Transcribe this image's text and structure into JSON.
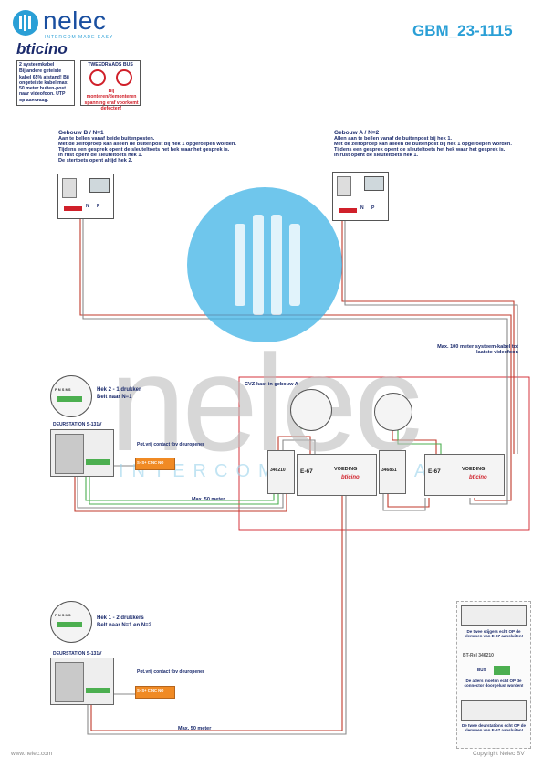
{
  "header": {
    "brand_name": "nelec",
    "brand_tagline": "INTERCOM MADE EASY",
    "partner_brand": "bticino",
    "doc_code": "GBM_23-1115"
  },
  "cable_notice": {
    "title": "2 systeemkabel",
    "text": "Bij andere geteiste kabel 65% afstand! Bij ongeteiste kabel max. 50 meter buiten-post naar videofoon. UTP op aanvraag."
  },
  "bus_warning": {
    "title": "TWEEDRAADS BUS",
    "text": "Bij monteren/demonteren spanning eraf voorkomt defecten!"
  },
  "building_b": {
    "title": "Gebouw B / N=1",
    "lines": [
      "Aan te bellen vanaf beide buitenposten.",
      "Met de zelfoproep kan alleen de buitenpost bij hek 1 opgeroepen worden.",
      "Tijdens een gesprek opent de sleuteltoets het hek waar het gesprek is.",
      "In rust opent de sleuteltoets hek 1.",
      "De stertoets opent altijd hek 2."
    ],
    "terminal_n": "N",
    "terminal_p": "P"
  },
  "building_a": {
    "title": "Gebouw A / N=2",
    "lines": [
      "Allen aan te bellen vanaf de buitenpost bij hek 1.",
      "Met de zelfoproep kan alleen de buitenpost bij hek 1 opgeroepen worden.",
      "Tijdens een gesprek opent de sleuteltoets het hek waar het gesprek is.",
      "In rust opent de sleuteltoets hek 1."
    ],
    "terminal_n": "N",
    "terminal_p": "P"
  },
  "max100_note": "Max. 100 meter systeem-kabel tot laatste videofoon",
  "cvz_label": "CVZ-kast in gebouw A",
  "gate2": {
    "title": "Hek 2 - 1 drukker",
    "subtitle": "Belt naar N=1",
    "station": "DEURSTATION S-131V",
    "contact_label": "Pot.vrij contact tbv deuropener",
    "contact_terms": "S- S+ C NC NO",
    "distance": "Max. 50 meter",
    "jumper_labels": "P N S MS"
  },
  "gate1": {
    "title": "Hek 1 - 2 drukkers",
    "subtitle": "Belt naar N=1 en N=2",
    "station": "DEURSTATION S-131V",
    "contact_label": "Pot.vrij contact tbv deuropener",
    "contact_terms": "S- S+ C NC NO",
    "distance": "Max. 50 meter",
    "jumper_labels": "P N S MS"
  },
  "modules": {
    "e67_left": "E-67",
    "voeding_left": "VOEDING",
    "bticino_left": "bticino",
    "m346210": "346210",
    "m346851": "346851",
    "e67_right": "E-67",
    "voeding_right": "VOEDING",
    "bticino_right": "bticino"
  },
  "side_notes": {
    "note1": "De twee stijgers echt OP de klemmen van E-67 aansluiten!",
    "rail_title": "BT-Rel 346210",
    "bus_label": "BUS",
    "note2": "De aders moeten echt OP de connector doorgelust worden!",
    "note3": "De twee deurstations echt OP de klemmen van E-67 aansluiten!"
  },
  "footer": {
    "website": "www.nelec.com",
    "copyright": "Copyright Nelec BV"
  },
  "watermark": {
    "text": "nelec",
    "sub": "INTERCOM MADE EASY"
  },
  "colors": {
    "brand_blue": "#1a4fa0",
    "accent_cyan": "#2a9fd6",
    "text_navy": "#1a2a6c",
    "cvz_border": "#d0202a",
    "wire_red": "#c0392b",
    "wire_green": "#4caf50",
    "wire_grey": "#8a8a8a",
    "relay_orange": "#f08a24"
  }
}
